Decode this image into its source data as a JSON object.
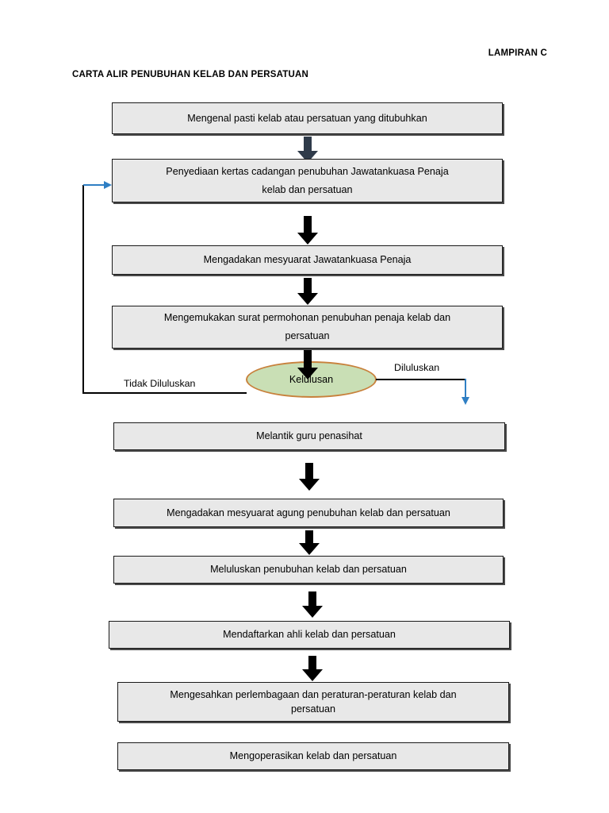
{
  "document": {
    "annex_label": "LAMPIRAN C",
    "title": "CARTA ALIR PENUBUHAN KELAB DAN PERSATUAN"
  },
  "colors": {
    "node_fill": "#e8e8e8",
    "node_border": "#1a1a1a",
    "decision_fill": "#c9dfb5",
    "decision_border": "#c8813c",
    "arrow_black": "#000000",
    "arrow_first": "#2f3b4a",
    "connector_blue": "#2f7fc4"
  },
  "flowchart": {
    "type": "flowchart",
    "orientation": "top-to-bottom",
    "nodes": [
      {
        "id": "n1",
        "shape": "process",
        "label": "Mengenal pasti kelab atau persatuan yang ditubuhkan"
      },
      {
        "id": "n2",
        "shape": "process",
        "label_line1": "Penyediaan kertas cadangan penubuhan Jawatankuasa Penaja",
        "label_line2": "kelab dan persatuan"
      },
      {
        "id": "n3",
        "shape": "process",
        "label": "Mengadakan mesyuarat Jawatankuasa Penaja"
      },
      {
        "id": "n4",
        "shape": "process",
        "label_line1": "Mengemukakan surat permohonan penubuhan penaja kelab dan",
        "label_line2": "persatuan"
      },
      {
        "id": "d1",
        "shape": "decision",
        "label": "Kelulusan"
      },
      {
        "id": "n5",
        "shape": "process",
        "label": "Melantik guru penasihat"
      },
      {
        "id": "n6",
        "shape": "process",
        "label": "Mengadakan mesyuarat agung penubuhan kelab dan persatuan"
      },
      {
        "id": "n7",
        "shape": "process",
        "label": "Meluluskan penubuhan kelab dan persatuan"
      },
      {
        "id": "n8",
        "shape": "process",
        "label": "Mendaftarkan ahli kelab dan persatuan"
      },
      {
        "id": "n9",
        "shape": "process",
        "label_line1": "Mengesahkan perlembagaan dan peraturan-peraturan kelab dan",
        "label_line2": "persatuan"
      },
      {
        "id": "n10",
        "shape": "process",
        "label": "Mengoperasikan kelab dan persatuan"
      }
    ],
    "branches": {
      "rejected_label": "Tidak Diluluskan",
      "approved_label": "Diluluskan"
    },
    "edges": [
      {
        "from": "n1",
        "to": "n2",
        "style": "block-arrow"
      },
      {
        "from": "n2",
        "to": "n3",
        "style": "block-arrow"
      },
      {
        "from": "n3",
        "to": "n4",
        "style": "block-arrow"
      },
      {
        "from": "n4",
        "to": "d1",
        "style": "block-arrow"
      },
      {
        "from": "d1",
        "to": "n2",
        "style": "line",
        "label": "Tidak Diluluskan",
        "direction": "left-then-up"
      },
      {
        "from": "d1",
        "to": "n5",
        "style": "line",
        "label": "Diluluskan",
        "direction": "right-then-down"
      },
      {
        "from": "n5",
        "to": "n6",
        "style": "block-arrow"
      },
      {
        "from": "n6",
        "to": "n7",
        "style": "block-arrow"
      },
      {
        "from": "n7",
        "to": "n8",
        "style": "block-arrow"
      },
      {
        "from": "n8",
        "to": "n9",
        "style": "block-arrow"
      }
    ]
  }
}
